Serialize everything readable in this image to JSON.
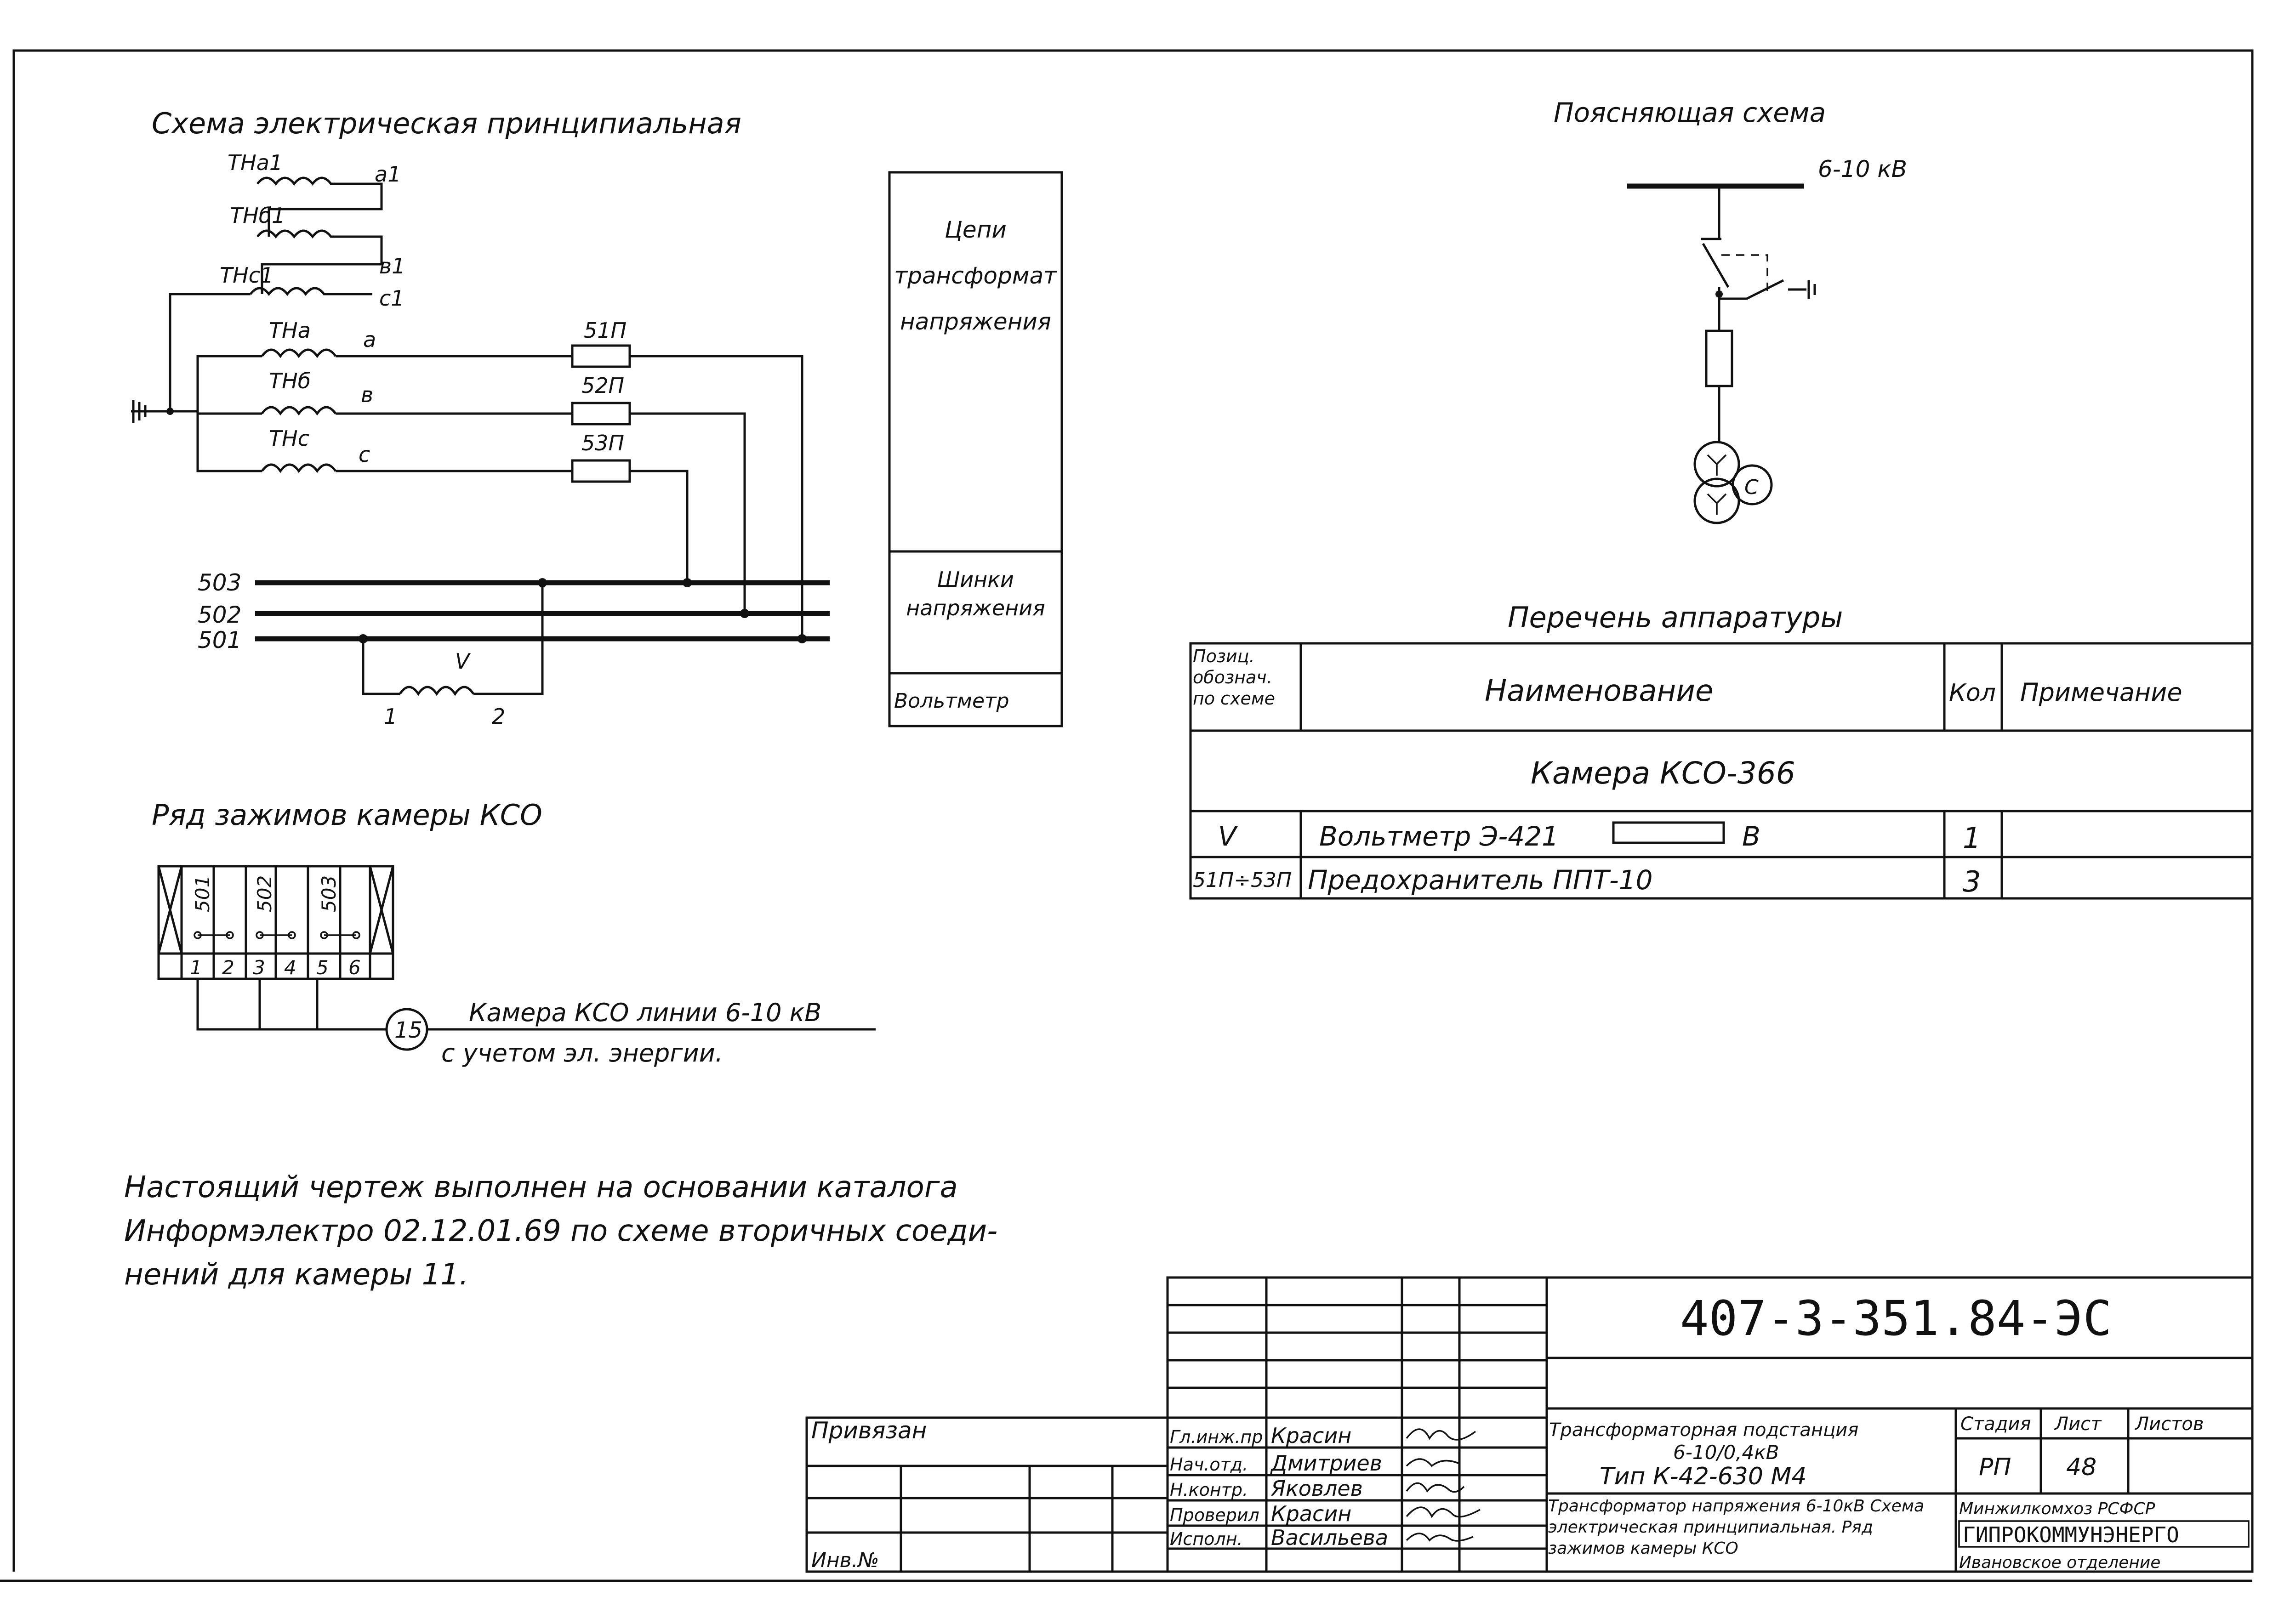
{
  "schematic": {
    "title": "Схема электрическая принципиальная",
    "wind_top": [
      "ТНа1",
      "ТНб1",
      "ТНс1"
    ],
    "tap_top": [
      "а1",
      "в1",
      "с1"
    ],
    "wind_bot": [
      "ТНа",
      "ТНб",
      "ТНс"
    ],
    "tap_bot": [
      "а",
      "в",
      "с"
    ],
    "fuses": [
      "51П",
      "52П",
      "53П"
    ],
    "buses": [
      "503",
      "502",
      "501"
    ],
    "voltmeter": "V",
    "meter_pins": [
      "1",
      "2"
    ]
  },
  "legend": {
    "circuits": "Цепи трансформатора напряжения",
    "bus": "Шинки напряжения",
    "meter": "Вольтметр"
  },
  "explain": {
    "title": "Поясняющая схема",
    "voltage": "6-10 кВ"
  },
  "equipment": {
    "title": "Перечень аппаратуры",
    "headers": [
      "Позиц. обознач. по схеме",
      "Наименование",
      "Кол",
      "Примечание"
    ],
    "section": "Камера КСО-366",
    "rows": [
      {
        "pos": "V",
        "name": "Вольтметр Э-421",
        "unit": "В",
        "qty": "1",
        "note": ""
      },
      {
        "pos": "51П÷53П",
        "name": "Предохранитель ППТ-10",
        "unit": "",
        "qty": "3",
        "note": ""
      }
    ]
  },
  "terminal": {
    "title": "Ряд зажимов камеры КСО",
    "labels": [
      "501",
      "502",
      "503"
    ],
    "numbers": [
      "1",
      "2",
      "3",
      "4",
      "5",
      "6"
    ],
    "ref_num": "15",
    "ref_text_1": "Камера КСО линии 6-10 кВ",
    "ref_text_2": "с учетом эл. энергии."
  },
  "note": {
    "line1": "Настоящий чертеж выполнен на основании каталога",
    "line2": "Информэлектро 02.12.01.69 по схеме вторичных соеди-",
    "line3": "нений для камеры 11."
  },
  "stamp": {
    "code": "407-3-351.84-ЭС",
    "bound": "Привязан",
    "inv": "Инв.№",
    "roles": [
      "Гл.инж.пр",
      "Нач.отд.",
      "Н.контр.",
      "Проверил",
      "Исполн."
    ],
    "names": [
      "Красин",
      "Дмитриев",
      "Яковлев",
      "Красин",
      "Васильева"
    ],
    "title1": "Трансформаторная подстанция",
    "title2": "6-10/0,4кВ",
    "title3": "Тип К-42-630 М4",
    "sheet_title": "Трансформатор напряжения 6-10кВ Схема электрическая принципиальная. Ряд зажимов камеры КСО",
    "stage_h": "Стадия",
    "sheet_h": "Лист",
    "sheets_h": "Листов",
    "stage": "РП",
    "sheet": "48",
    "org1": "Минжилкомхоз РСФСР",
    "org2": "ГИПРОКОММУНЭНЕРГО",
    "org3": "Ивановское отделение"
  }
}
